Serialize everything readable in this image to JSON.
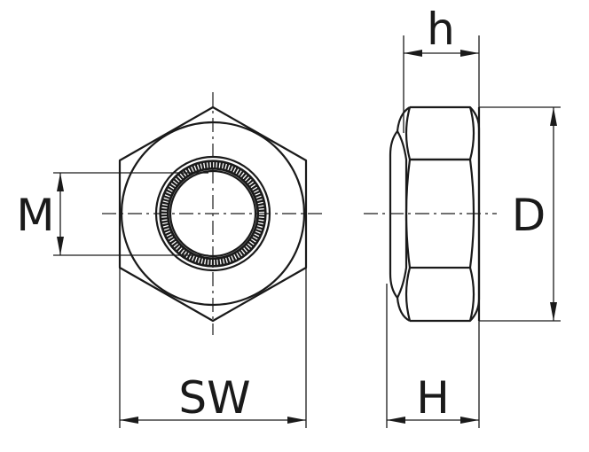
{
  "labels": {
    "h": "h",
    "M": "M",
    "D": "D",
    "SW": "SW",
    "H": "H"
  }
}
